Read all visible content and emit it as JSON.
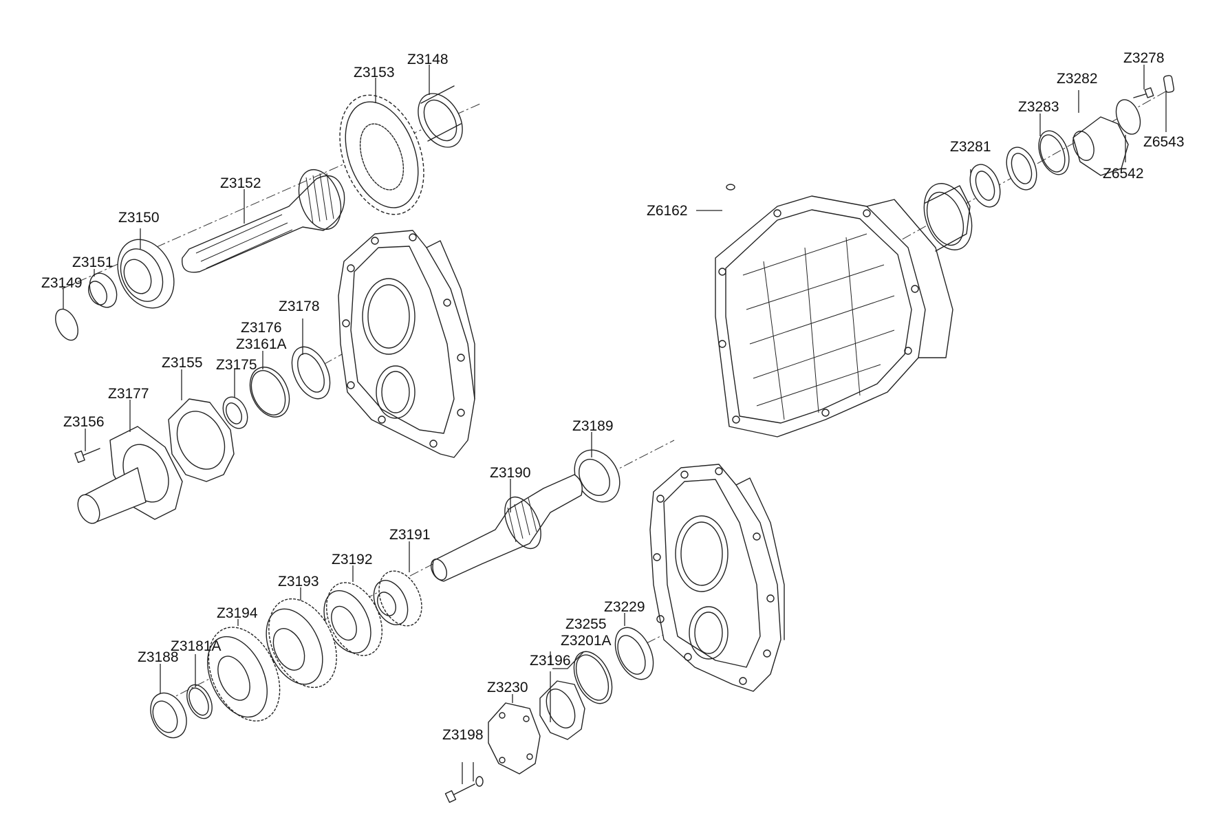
{
  "labels": {
    "Z3148": "Z3148",
    "Z3153": "Z3153",
    "Z3152": "Z3152",
    "Z3150": "Z3150",
    "Z3151": "Z3151",
    "Z3149": "Z3149",
    "Z3178": "Z3178",
    "Z3176": "Z3176",
    "Z3161A": "Z3161A",
    "Z3155": "Z3155",
    "Z3175": "Z3175",
    "Z3177": "Z3177",
    "Z3156": "Z3156",
    "Z3189": "Z3189",
    "Z3190": "Z3190",
    "Z3191": "Z3191",
    "Z3192": "Z3192",
    "Z3193": "Z3193",
    "Z3194": "Z3194",
    "Z3181A": "Z3181A",
    "Z3188": "Z3188",
    "Z3229": "Z3229",
    "Z3255": "Z3255",
    "Z3201A": "Z3201A",
    "Z3196": "Z3196",
    "Z3230": "Z3230",
    "Z3198": "Z3198",
    "Z3278": "Z3278",
    "Z3282": "Z3282",
    "Z3283": "Z3283",
    "Z3281": "Z3281",
    "Z6543": "Z6543",
    "Z6542": "Z6542",
    "Z6162": "Z6162"
  },
  "colors": {
    "line": "#222222",
    "background": "#ffffff"
  }
}
